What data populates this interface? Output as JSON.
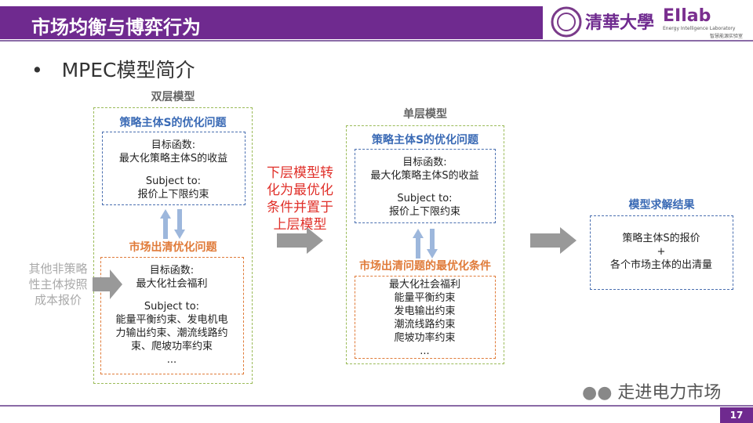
{
  "header": {
    "title": "市场均衡与博弈行为",
    "university_logo": "清華大學",
    "lab_logo": "EIlab",
    "lab_subtitle": "Energy Intelligence Laboratory",
    "lab_cn": "智慧能源实验室"
  },
  "bullet": "MPEC模型简介",
  "bilevel": {
    "title": "双层模型",
    "upper_title": "策略主体S的优化问题",
    "upper_lines": [
      "目标函数:",
      "最大化策略主体S的收益",
      "",
      "Subject to:",
      "报价上下限约束"
    ],
    "lower_title": "市场出清优化问题",
    "lower_lines": [
      "目标函数:",
      "最大化社会福利",
      "",
      "Subject to:",
      "能量平衡约束、发电机电",
      "力输出约束、潮流线路约",
      "束、爬坡功率约束",
      "..."
    ]
  },
  "side_note": [
    "其他非策略",
    "性主体按照",
    "成本报价"
  ],
  "transform_note": [
    "下层模型转",
    "化为最优化",
    "条件并置于",
    "上层模型"
  ],
  "single": {
    "title": "单层模型",
    "upper_title": "策略主体S的优化问题",
    "upper_lines": [
      "目标函数:",
      "最大化策略主体S的收益",
      "",
      "Subject to:",
      "报价上下限约束"
    ],
    "lower_title": "市场出清问题的最优化条件",
    "lower_lines": [
      "最大化社会福利",
      "能量平衡约束",
      "发电输出约束",
      "潮流线路约束",
      "爬坡功率约束",
      "..."
    ]
  },
  "result": {
    "title": "模型求解结果",
    "lines": [
      "策略主体S的报价",
      "+",
      "各个市场主体的出清量"
    ]
  },
  "footer": {
    "watermark": "走进电力市场",
    "page": "17"
  }
}
